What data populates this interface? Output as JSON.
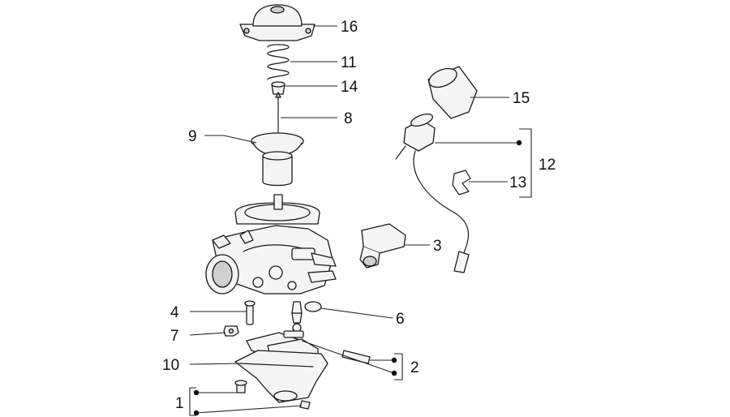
{
  "diagram": {
    "type": "exploded-parts-diagram",
    "callouts": [
      {
        "id": "16",
        "label": "16"
      },
      {
        "id": "11",
        "label": "11"
      },
      {
        "id": "14",
        "label": "14"
      },
      {
        "id": "8",
        "label": "8"
      },
      {
        "id": "9",
        "label": "9"
      },
      {
        "id": "15",
        "label": "15"
      },
      {
        "id": "12",
        "label": "12"
      },
      {
        "id": "13",
        "label": "13"
      },
      {
        "id": "3",
        "label": "3"
      },
      {
        "id": "4",
        "label": "4"
      },
      {
        "id": "6",
        "label": "6"
      },
      {
        "id": "7",
        "label": "7"
      },
      {
        "id": "10",
        "label": "10"
      },
      {
        "id": "2",
        "label": "2"
      },
      {
        "id": "1",
        "label": "1"
      }
    ]
  }
}
